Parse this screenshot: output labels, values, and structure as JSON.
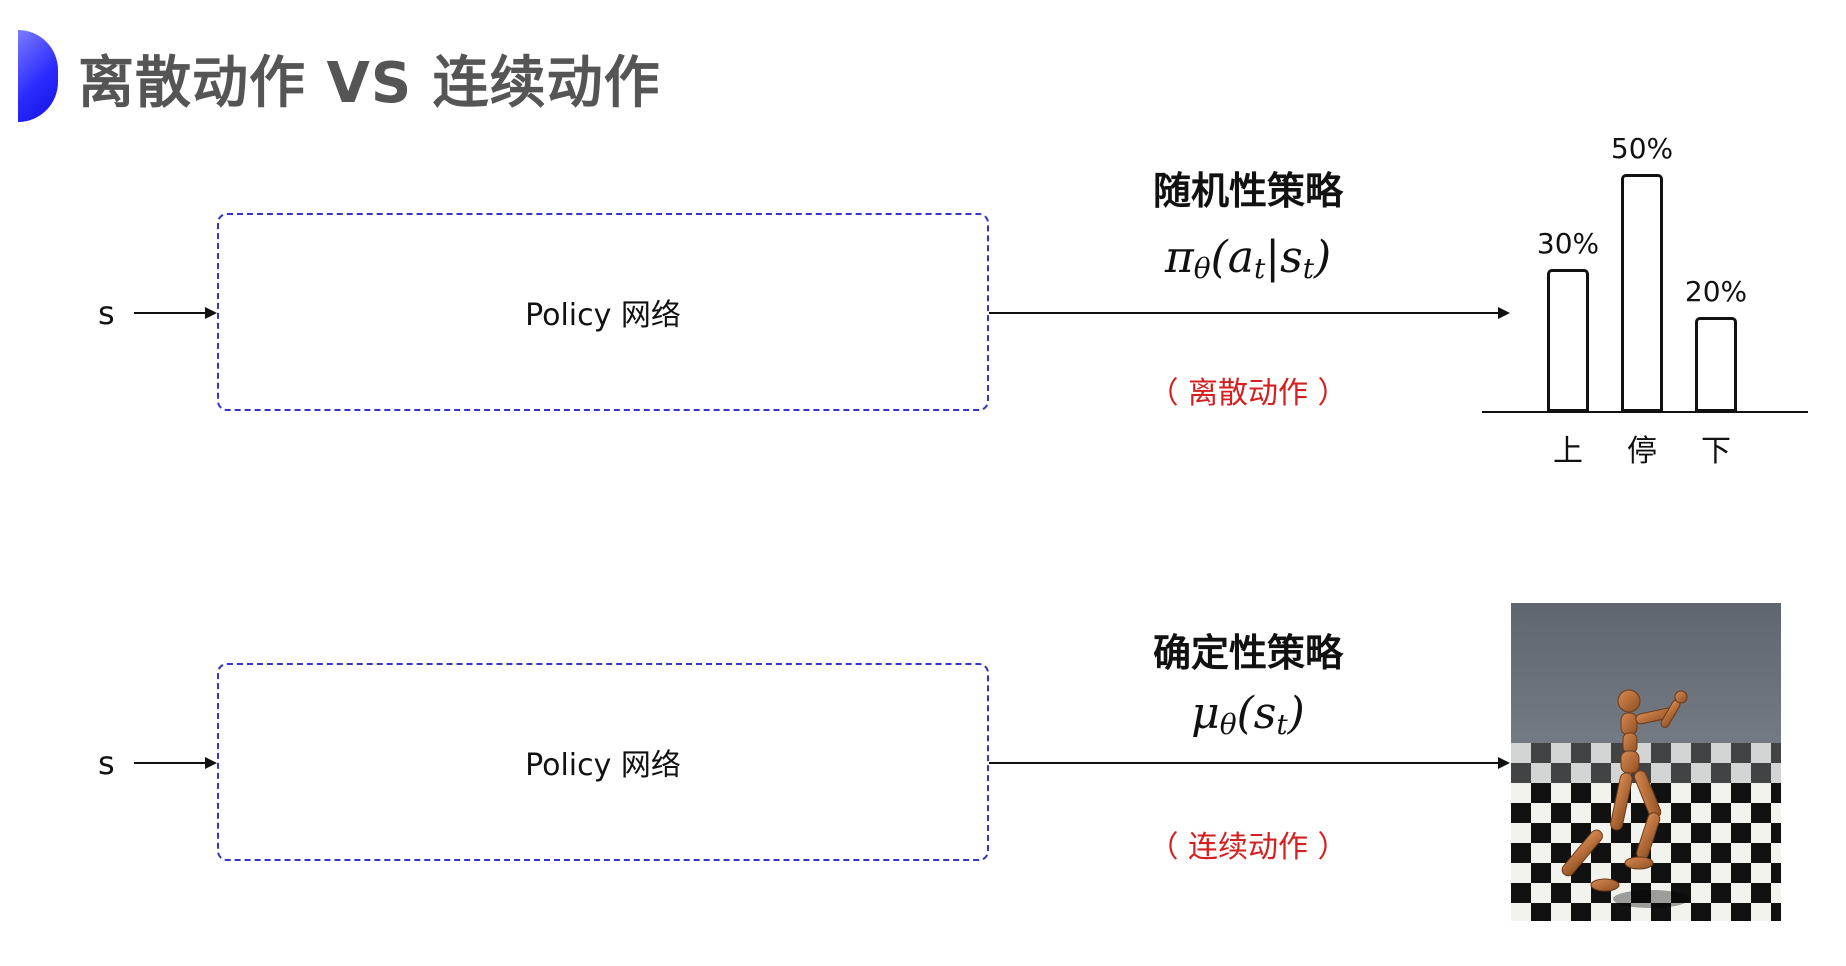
{
  "slide": {
    "title": "离散动作 VS 连续动作",
    "top_row": {
      "input_label": "s",
      "network_label": "Policy 网络",
      "strategy_title": "随机性策略",
      "formula": {
        "main": "π",
        "main_sub": "θ",
        "arg": "a",
        "arg_sub": "t",
        "sep": "|",
        "cond": "s",
        "cond_sub": "t"
      },
      "action_type": "（ 离散动作 ）"
    },
    "bottom_row": {
      "input_label": "s",
      "network_label": "Policy 网络",
      "strategy_title": "确定性策略",
      "formula": {
        "main": "μ",
        "main_sub": "θ",
        "arg": "s",
        "arg_sub": "t"
      },
      "action_type": "（ 连续动作 ）"
    }
  },
  "chart_data": {
    "type": "bar",
    "categories": [
      "上",
      "停",
      "下"
    ],
    "values": [
      30,
      50,
      20
    ],
    "labels": [
      "30%",
      "50%",
      "20%"
    ],
    "ylim": [
      0,
      50
    ],
    "grid": false
  }
}
